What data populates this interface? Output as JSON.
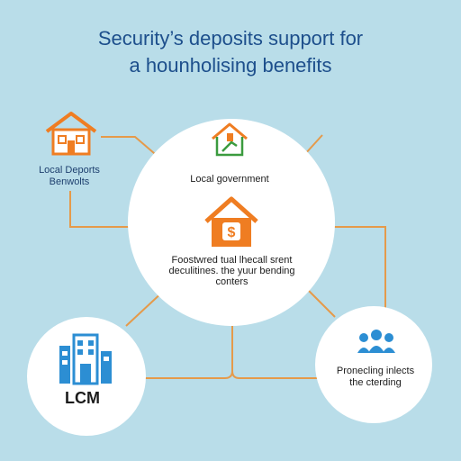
{
  "title": {
    "line1": "Security’s deposits support for",
    "line2": "a hounholising benefits"
  },
  "nodes": {
    "local_deposits": {
      "label": "Local Deports Benwolts",
      "icon": "house-icon"
    },
    "local_government": {
      "label": "Local government",
      "icon": "house-icon"
    },
    "center": {
      "body": "Foostwred tual lhecall srent deculitines. the yuur bending conters",
      "icon": "dollar-house-icon"
    },
    "lcm": {
      "label": "LCM",
      "icon": "building-icon"
    },
    "protecting": {
      "label": "Pronecling inlects the cterding",
      "icon": "people-icon"
    }
  },
  "colors": {
    "background": "#b9dde9",
    "title": "#1d4f8c",
    "accent_orange": "#ef7d22",
    "accent_green": "#3b9b3f",
    "accent_blue": "#2c8ed3",
    "connector": "#e59a4a"
  }
}
